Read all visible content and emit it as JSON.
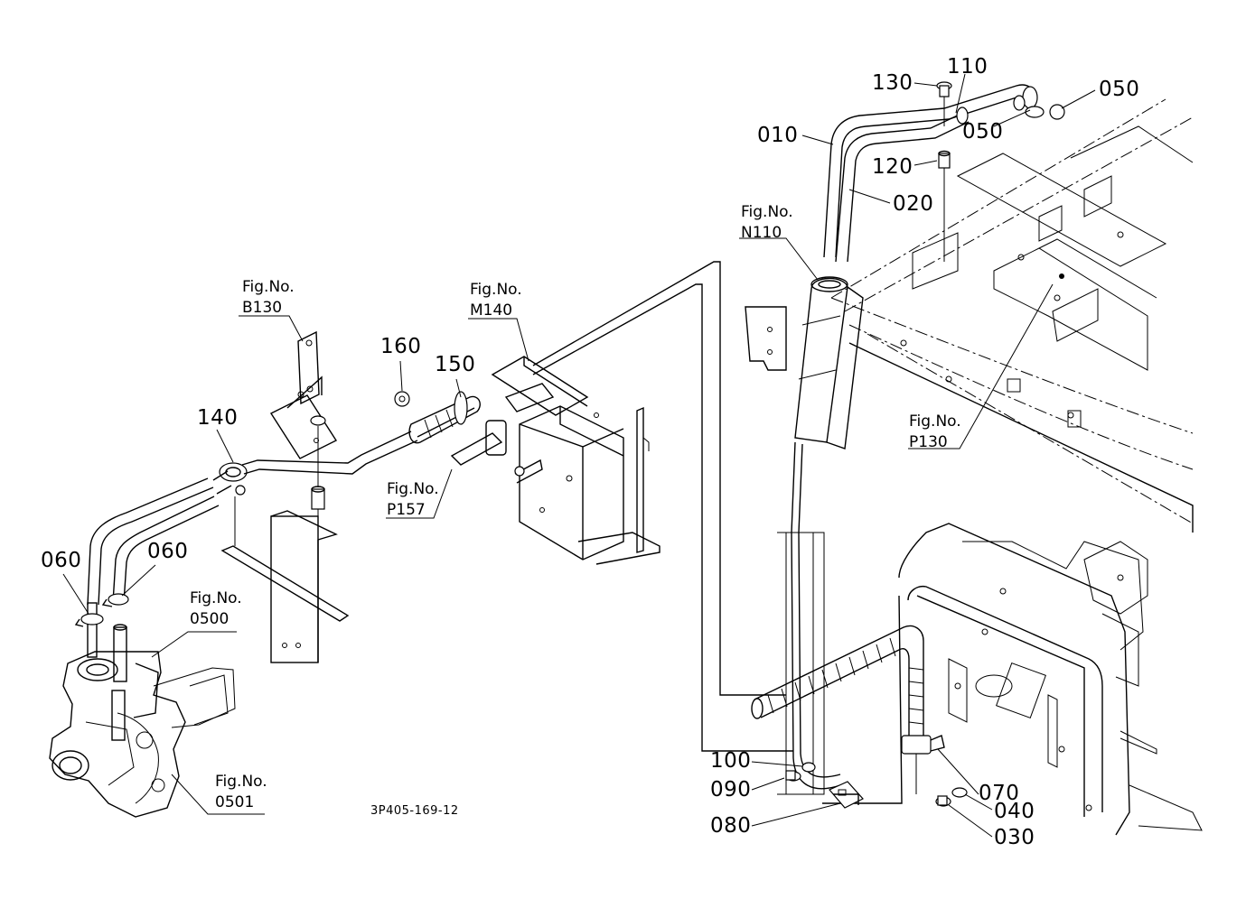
{
  "drawing_code": "3P405-169-12",
  "part_numbers": {
    "p010": "010",
    "p020": "020",
    "p030": "030",
    "p040": "040",
    "p050a": "050",
    "p050b": "050",
    "p060a": "060",
    "p060b": "060",
    "p070": "070",
    "p080": "080",
    "p090": "090",
    "p100": "100",
    "p110": "110",
    "p120": "120",
    "p130": "130",
    "p140": "140",
    "p150": "150",
    "p160": "160"
  },
  "fig_refs": {
    "b130": {
      "prefix": "Fig.No.",
      "code": "B130"
    },
    "m140": {
      "prefix": "Fig.No.",
      "code": "M140"
    },
    "p157": {
      "prefix": "Fig.No.",
      "code": "P157"
    },
    "n110": {
      "prefix": "Fig.No.",
      "code": "N110"
    },
    "p130": {
      "prefix": "Fig.No.",
      "code": "P130"
    },
    "f0500": {
      "prefix": "Fig.No.",
      "code": "0500"
    },
    "f0501": {
      "prefix": "Fig.No.",
      "code": "0501"
    }
  }
}
